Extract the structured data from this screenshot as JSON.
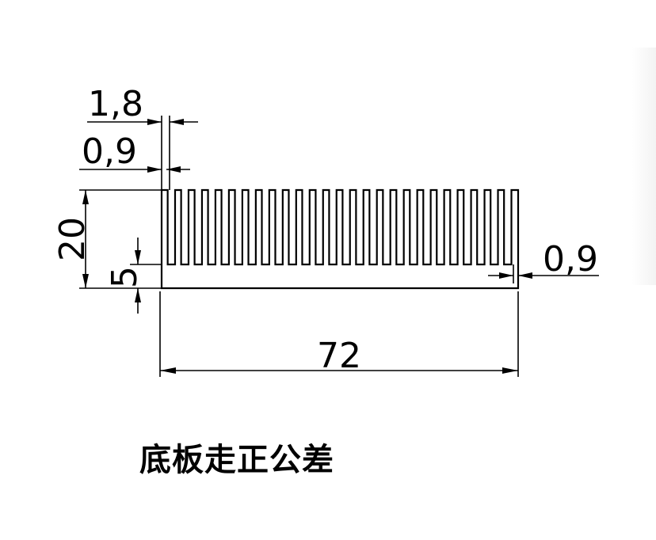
{
  "dimensions": {
    "fin_pitch": "1,8",
    "fin_thickness": "0,9",
    "total_height": "20",
    "base_thickness": "5",
    "end_wall": "0,9",
    "total_width": "72"
  },
  "note": "底板走正公差",
  "heatsink": {
    "fin_count": 27
  }
}
